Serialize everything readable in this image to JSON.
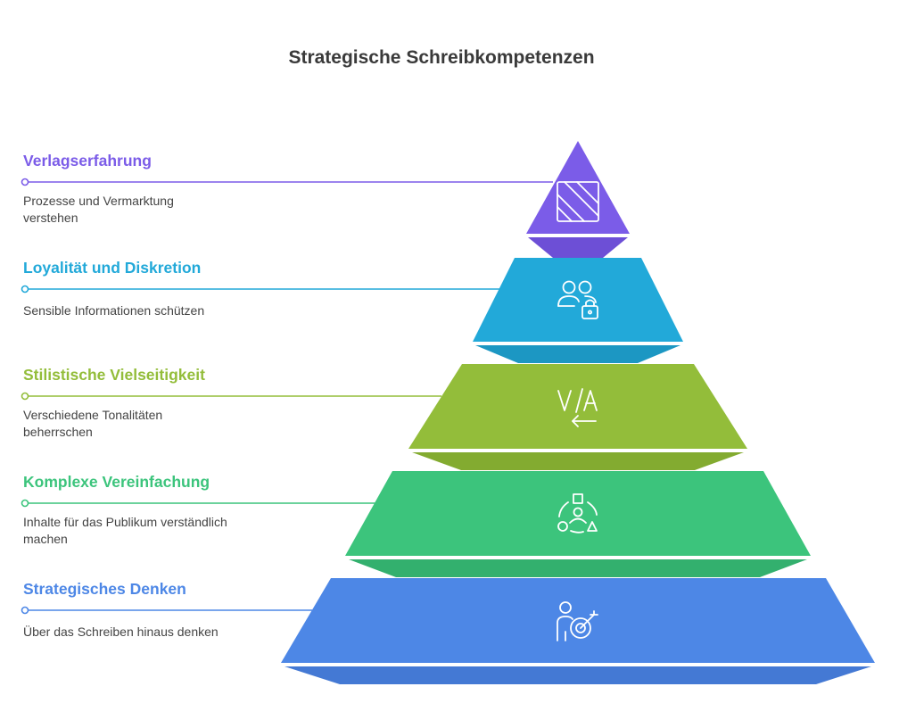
{
  "title": "Strategische Schreibkompetenzen",
  "levels": [
    {
      "title": "Verlagserfahrung",
      "description": "Prozesse und Vermarktung verstehen",
      "description_lines": [
        "Prozesse und Vermarktung",
        "verstehen"
      ],
      "color": "#7b5ce8",
      "color_dark": "#6d4fd6",
      "icon": "document-stripes-icon"
    },
    {
      "title": "Loyalität und Diskretion",
      "description": "Sensible Informationen schützen",
      "description_lines": [
        "Sensible Informationen schützen"
      ],
      "color": "#22a9d9",
      "color_dark": "#1c97c3",
      "icon": "users-lock-icon"
    },
    {
      "title": "Stilistische Vielseitigkeit",
      "description": "Verschiedene Tonalitäten beherrschen",
      "description_lines": [
        "Verschiedene Tonalitäten",
        "beherrschen"
      ],
      "color": "#93bd3a",
      "color_dark": "#83ab30",
      "icon": "style-switch-icon"
    },
    {
      "title": "Komplexe Vereinfachung",
      "description": "Inhalte für das Publikum verständlich machen",
      "description_lines": [
        "Inhalte für das Publikum verständlich",
        "machen"
      ],
      "color": "#3cc47c",
      "color_dark": "#33b06e",
      "icon": "audience-shapes-icon"
    },
    {
      "title": "Strategisches Denken",
      "description": "Über das Schreiben hinaus denken",
      "description_lines": [
        "Über das Schreiben hinaus denken"
      ],
      "color": "#4d87e6",
      "color_dark": "#4479d4",
      "icon": "person-target-icon"
    }
  ]
}
